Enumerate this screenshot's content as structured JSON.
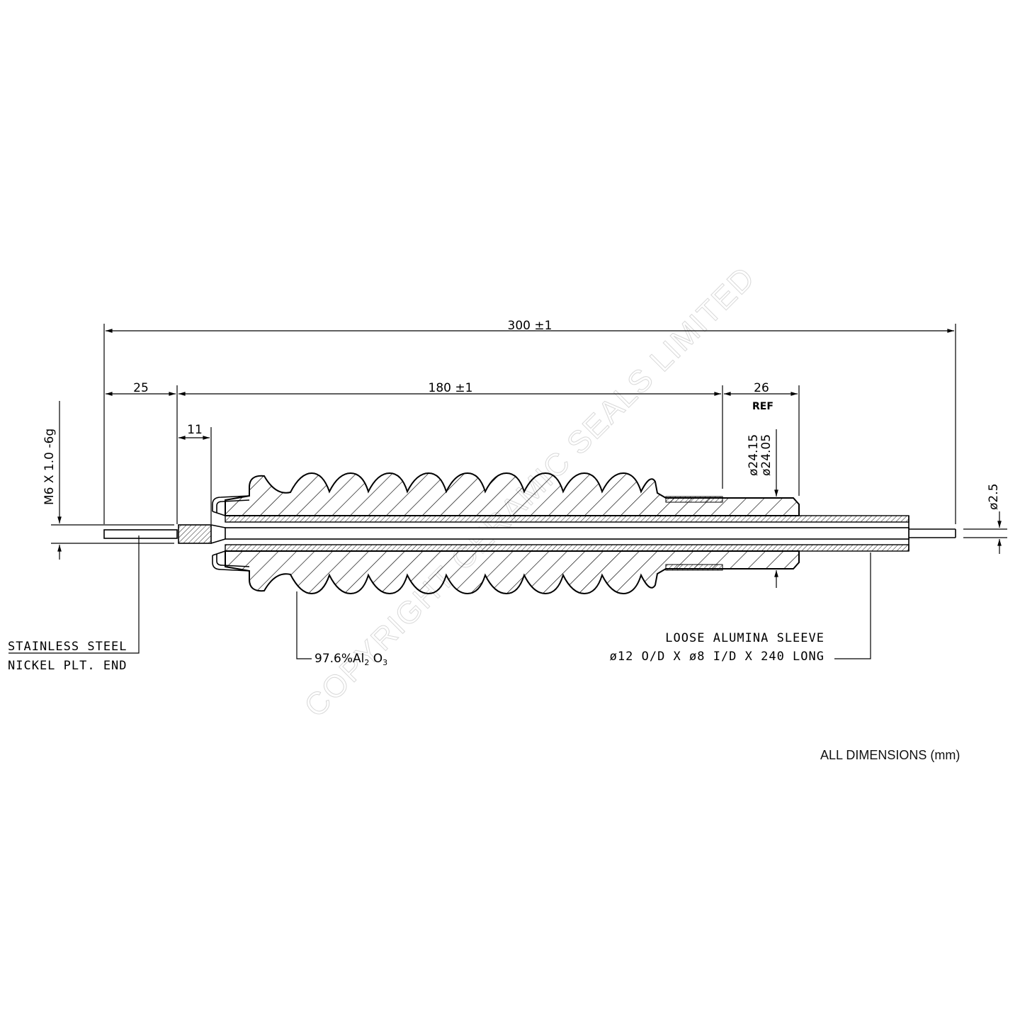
{
  "dimensions": {
    "overall": "300 ±1",
    "end_length": "25",
    "body_length": "180 ±1",
    "tail_length": "26",
    "tail_ref": "REF",
    "thread_length": "11",
    "dia_max": "ø24.15",
    "dia_min": "ø24.05",
    "pin_dia": "ø2.5",
    "thread_spec": "M6 X 1.0 -6g"
  },
  "labels": {
    "end_line1": "STAINLESS STEEL",
    "end_line2": "NICKEL PLT. END",
    "material_prefix": "97.6%Al",
    "material_sub1": "2",
    "material_mid": " O",
    "material_sub2": "3",
    "sleeve_line1": "LOOSE ALUMINA SLEEVE",
    "sleeve_line2": "ø12 O/D X ø8 I/D X 240 LONG"
  },
  "watermark": "COPYRIGHT CERAMIC SEALS LIMITED",
  "footer": "ALL DIMENSIONS (mm)"
}
